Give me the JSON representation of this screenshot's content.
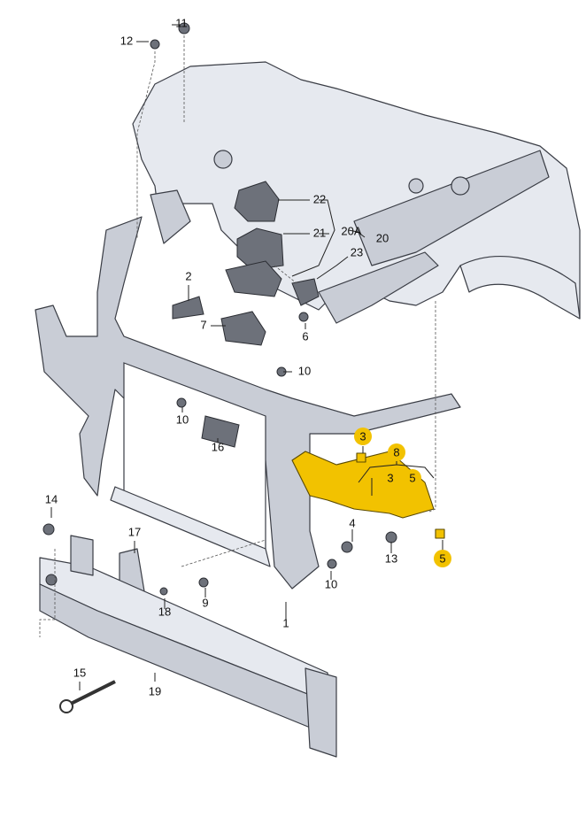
{
  "diagram": {
    "highlight_color": "#f2c200",
    "callouts": {
      "c11": "11",
      "c12": "12",
      "c22": "22",
      "c21": "21",
      "c20a": "20A",
      "c20": "20",
      "c23": "23",
      "c2": "2",
      "c7": "7",
      "c6": "6",
      "c10a": "10",
      "c10b": "10",
      "c16": "16",
      "c3a": "3",
      "c8": "8",
      "c3b": "3",
      "c5a": "5",
      "c4": "4",
      "c13": "13",
      "c5b": "5",
      "c14": "14",
      "c17": "17",
      "c18": "18",
      "c9": "9",
      "c10c": "10",
      "c1": "1",
      "c15": "15",
      "c19": "19"
    }
  }
}
